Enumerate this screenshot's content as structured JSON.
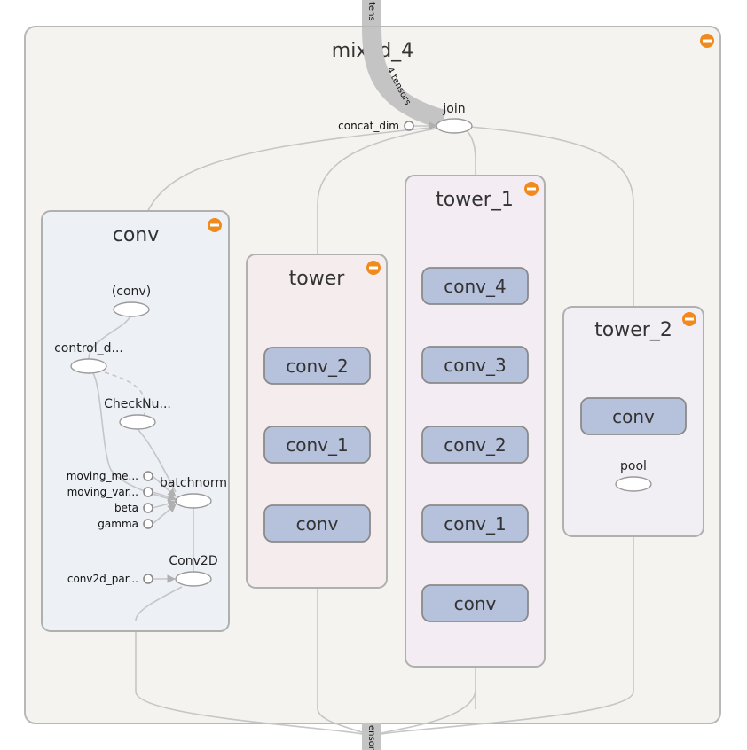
{
  "graph": {
    "outer_title": "mixed_4",
    "join_label": "join",
    "concat_label": "concat_dim",
    "tensor_edge_top": "tens",
    "tensor_edge_label": "4 tensors",
    "tensor_edge_bottom": "ensors",
    "conv_group": {
      "title": "conv",
      "conv_op": "(conv)",
      "control_dep": "control_d...",
      "check_numerics": "CheckNu...",
      "batchnorm": "batchnorm",
      "moving_mean": "moving_me...",
      "moving_var": "moving_var...",
      "beta": "beta",
      "gamma": "gamma",
      "conv2d": "Conv2D",
      "conv2d_params": "conv2d_par..."
    },
    "tower": {
      "title": "tower",
      "nodes": [
        "conv_2",
        "conv_1",
        "conv"
      ]
    },
    "tower_1": {
      "title": "tower_1",
      "nodes": [
        "conv_4",
        "conv_3",
        "conv_2",
        "conv_1",
        "conv"
      ]
    },
    "tower_2": {
      "title": "tower_2",
      "node": "conv",
      "pool": "pool"
    }
  },
  "colors": {
    "outer_bg": "#f4f3f0",
    "conv_bg": "#edf0f5",
    "tower_bg": "#f5eced",
    "tower1_bg": "#f3ecf3",
    "tower2_bg": "#f1eff4",
    "meta_node": "#b6c1dc",
    "collapse_button": "#f08a1d"
  }
}
